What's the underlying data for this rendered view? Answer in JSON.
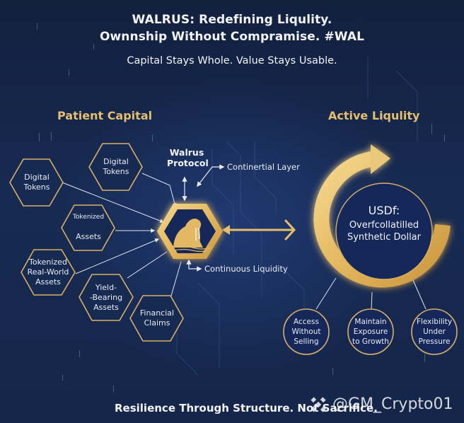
{
  "header": {
    "title_line1": "WALRUS: Redefining Liqulity.",
    "title_line2": "Ownnship Without Compramise. #WAL",
    "subtitle": "Capital Stays Whole. Value Stays Usable."
  },
  "sections": {
    "left_title": "Patient Capital",
    "right_title": "Active Liqulity"
  },
  "asset_nodes": [
    {
      "id": "digital-tokens-1",
      "label": "Digital\nTokens"
    },
    {
      "id": "digital-tokens-2",
      "label": "Digital\nTokens"
    },
    {
      "id": "tokenized-assets",
      "label_top": "Tokenized",
      "label_bottom": "Assets"
    },
    {
      "id": "tokenized-rwa",
      "label": "Tokenized\nReal-World\nAssets"
    },
    {
      "id": "yield-bearing",
      "label": "Yield-\n-Bearing\nAssets"
    },
    {
      "id": "financial-claims",
      "label": "Financial\nClaims"
    }
  ],
  "protocol": {
    "label": "Walrus\nProtocol",
    "icon": "walrus-icon",
    "annotations": {
      "top": "Continertial Layer",
      "bottom": "Continuous Liquidity"
    }
  },
  "usdf": {
    "title": "USDf:",
    "subtitle": "Overfcollatilled\nSynthetic Dollar"
  },
  "benefits": [
    {
      "label": "Access\nWithout\nSelling"
    },
    {
      "label": "Maintain\nExposure\nto Growth"
    },
    {
      "label": "Flexibility\nUnder\nPressure"
    }
  ],
  "footer": {
    "tagline": "Resilience Through Structure. Not Sacrifice.",
    "watermark": "@GM_Crypto01",
    "watermark_icon": "binance-logo-icon"
  },
  "colors": {
    "gold": "#e6bf6e",
    "navy": "#16264a",
    "text": "#f2f4f8"
  }
}
